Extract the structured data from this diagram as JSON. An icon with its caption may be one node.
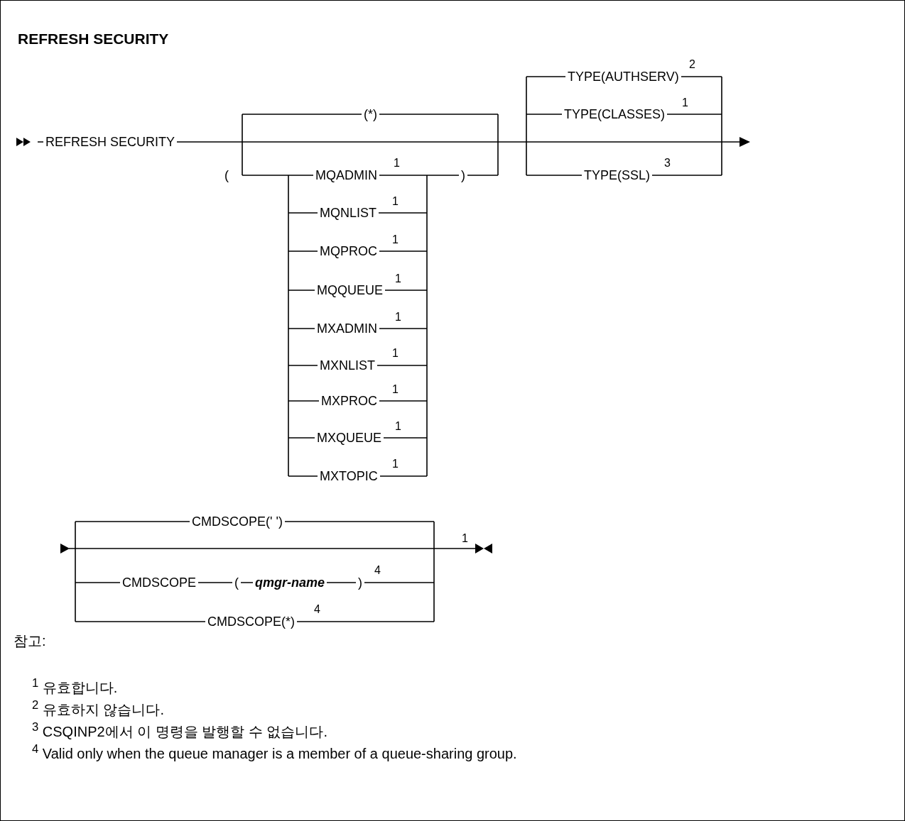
{
  "diagram": {
    "title": "REFRESH SECURITY",
    "labels": [
      "TYPE(AUTHSERV)",
      "2",
      "TYPE(CLASSES)",
      "1",
      "REFRESH SECURITY",
      "(*)",
      "(",
      "MQADMIN",
      "1",
      ")",
      "TYPE(SSL)",
      "3",
      "MQNLIST",
      "1",
      "MQPROC",
      "1",
      "MQQUEUE",
      "1",
      "MXADMIN",
      "1",
      "MXNLIST",
      "1",
      "MXPROC",
      "1",
      "MXQUEUE",
      "1",
      "MXTOPIC",
      "1",
      "CMDSCOPE(' ')",
      "1",
      "CMDSCOPE",
      "(",
      "qmgr-name",
      ")",
      "4",
      "CMDSCOPE(*)",
      "4",
      "참고:",
      "$^{1}$ 유효합니다.",
      "$^{2}$ 유효하지 않습니다.",
      "$^{3}$ CSQINP2에서 이 명령을 발행할 수 없습니다.",
      "$^{4}$ Valid only when the queue manager is a member of a queue-sharing group."
    ]
  }
}
